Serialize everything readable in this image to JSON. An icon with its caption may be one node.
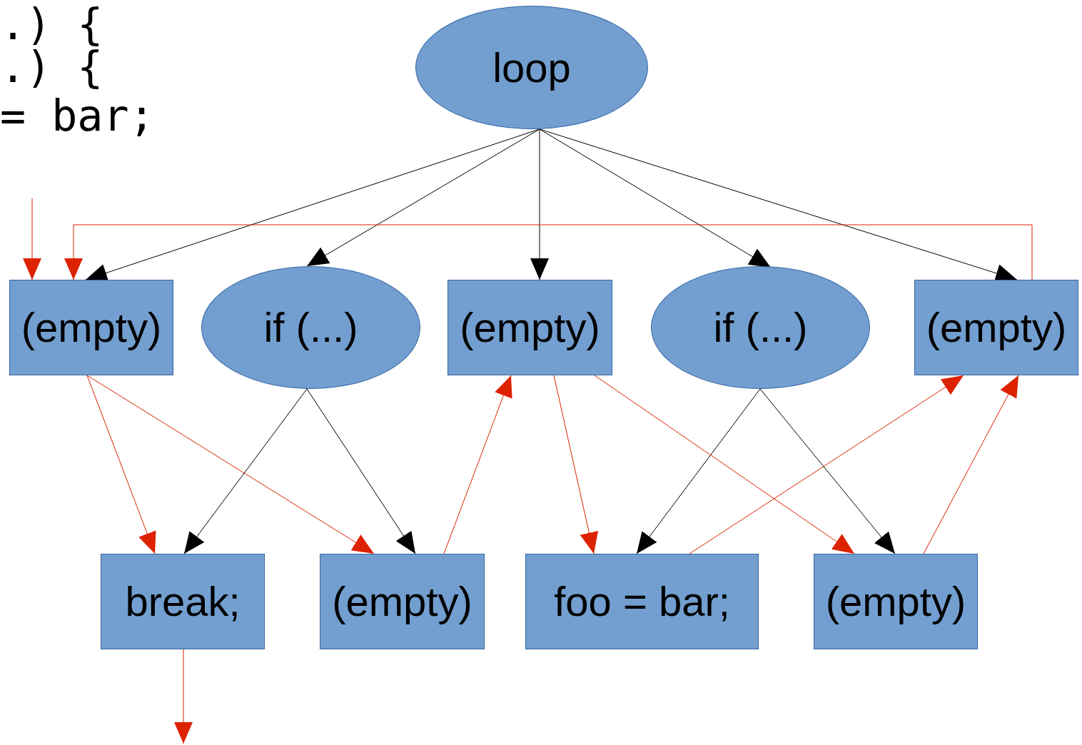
{
  "diagram": {
    "nodes": [
      {
        "text": [
          "loop"
        ]
      },
      {
        "text": [
          "(empty)"
        ]
      },
      {
        "text": [
          "if (...)"
        ]
      },
      {
        "text": [
          "(empty)"
        ]
      },
      {
        "text": [
          "if (...)"
        ]
      },
      {
        "text": [
          "(empty)"
        ]
      },
      {
        "text": [
          "break;"
        ]
      },
      {
        "text": [
          "(empty)"
        ]
      },
      {
        "text": [
          "foo = bar;"
        ]
      },
      {
        "text": [
          "(empty)"
        ]
      }
    ],
    "edges": [
      {
        "from": 0,
        "to": 1,
        "arrow": "to",
        "color": "#000000"
      },
      {
        "from": 0,
        "to": 2,
        "arrow": "to",
        "color": "#000000"
      },
      {
        "from": 0,
        "to": 3,
        "arrow": "to",
        "color": "#000000"
      },
      {
        "from": 0,
        "to": 4,
        "arrow": "to",
        "color": "#000000"
      },
      {
        "from": 0,
        "to": 5,
        "arrow": "to",
        "color": "#000000"
      },
      {
        "from": 2,
        "to": 6,
        "arrow": "to",
        "color": "#000000"
      },
      {
        "from": 2,
        "to": 7,
        "arrow": "to",
        "color": "#000000"
      },
      {
        "from": 4,
        "to": 8,
        "arrow": "to",
        "color": "#000000"
      },
      {
        "from": 4,
        "to": 9,
        "arrow": "to",
        "color": "#000000"
      },
      {
        "from": null,
        "to": 1,
        "arrow": "to"
      },
      {
        "from": 5,
        "to": 1,
        "arrow": "to"
      },
      {
        "from": 1,
        "to": 6,
        "arrow": "to"
      },
      {
        "from": 1,
        "to": 7,
        "arrow": "to"
      },
      {
        "from": 7,
        "to": 3,
        "arrow": "to"
      },
      {
        "from": 3,
        "to": 8,
        "arrow": "to"
      },
      {
        "from": 3,
        "to": 9,
        "arrow": "to"
      },
      {
        "from": 8,
        "to": 5,
        "arrow": "to"
      },
      {
        "from": 9,
        "to": 5,
        "arrow": "to"
      },
      {
        "from": 6,
        "to": null,
        "arrow": "to"
      }
    ],
    "labels": [
      ".) {",
      ".) {",
      "= bar;"
    ]
  }
}
